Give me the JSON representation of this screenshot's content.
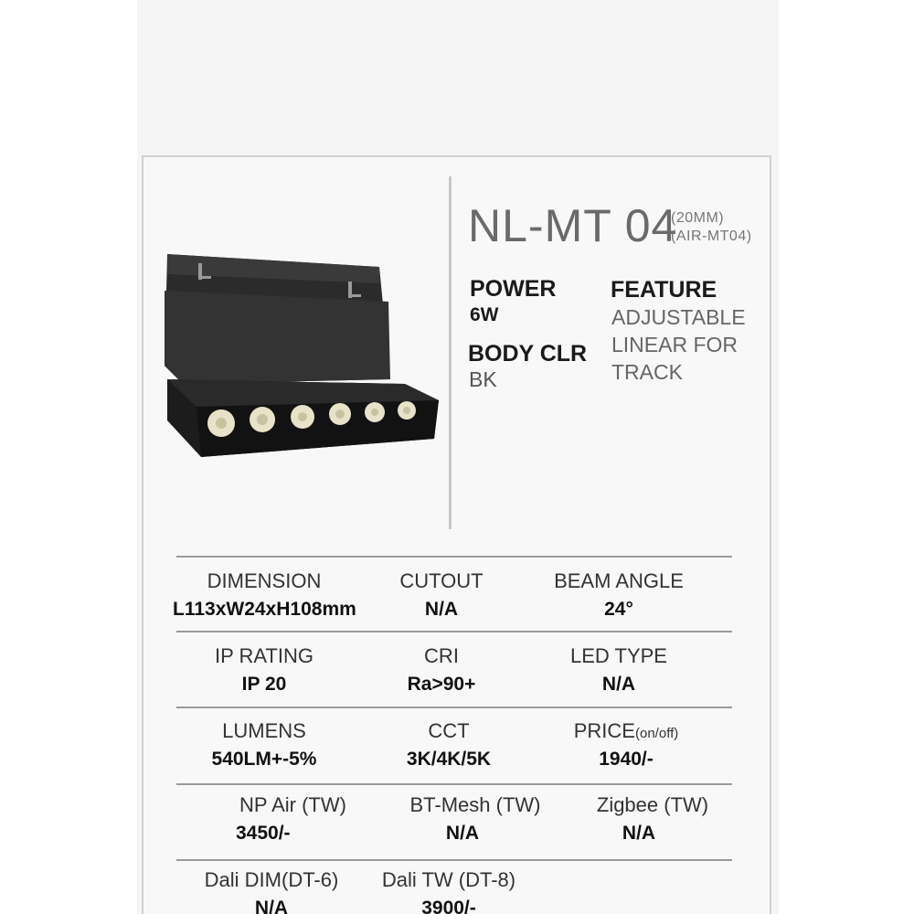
{
  "product": {
    "model": "NL-MT 04",
    "model_sub_1": "(20MM)",
    "model_sub_2": "(AIR-MT04)",
    "power_label": "POWER",
    "power_value": "6W",
    "body_label": "BODY CLR",
    "body_value": "BK",
    "feature_label": "FEATURE",
    "feature_lines": [
      "ADJUSTABLE",
      "LINEAR FOR",
      "TRACK"
    ]
  },
  "specs": {
    "rows": [
      [
        {
          "label": "DIMENSION",
          "value": "L113xW24xH108mm"
        },
        {
          "label": "CUTOUT",
          "value": "N/A"
        },
        {
          "label": "BEAM ANGLE",
          "value": "24°"
        }
      ],
      [
        {
          "label": "IP RATING",
          "value": "IP 20"
        },
        {
          "label": "CRI",
          "value": "Ra>90+"
        },
        {
          "label": "LED TYPE",
          "value": "N/A"
        }
      ],
      [
        {
          "label": "LUMENS",
          "value": "540LM+-5%"
        },
        {
          "label": "CCT",
          "value": "3K/4K/5K"
        },
        {
          "label": "PRICE",
          "label_suffix": "(on/off)",
          "value": "1940/-"
        }
      ],
      [
        {
          "label": "NP Air (TW)",
          "value": "3450/-"
        },
        {
          "label": "BT-Mesh (TW)",
          "value": "N/A"
        },
        {
          "label": "Zigbee (TW)",
          "value": "N/A"
        }
      ],
      [
        {
          "label": "Dali DIM(DT-6)",
          "value": "N/A"
        },
        {
          "label": "Dali TW (DT-8)",
          "value": "3900/-"
        }
      ]
    ]
  },
  "colors": {
    "body": "#2b2b2b",
    "led": "#e8e2c8",
    "divider": "#9a9a9a"
  }
}
